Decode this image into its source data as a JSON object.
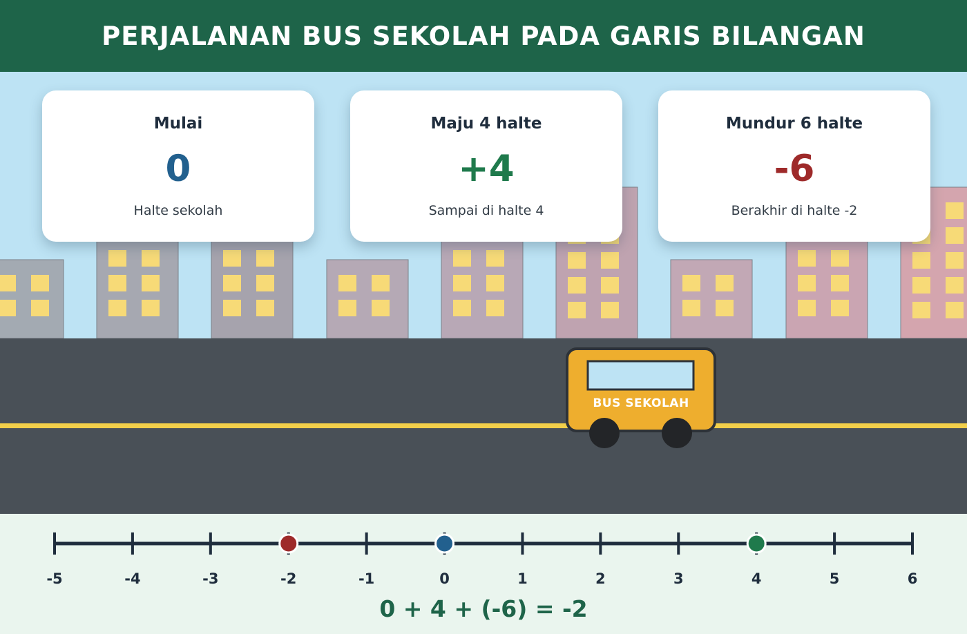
{
  "title": "PERJALANAN BUS SEKOLAH PADA GARIS BILANGAN",
  "cards": [
    {
      "title": "Mulai",
      "value": "0",
      "desc": "Halte sekolah",
      "color": "#22608e"
    },
    {
      "title": "Maju 4 halte",
      "value": "+4",
      "desc": "Sampai di halte 4",
      "color": "#1f7a4c"
    },
    {
      "title": "Mundur 6 halte",
      "value": "-6",
      "desc": "Berakhir di halte -2",
      "color": "#9e2a2a"
    }
  ],
  "bus": {
    "label": "BUS SEKOLAH",
    "position": 3.7
  },
  "number_line": {
    "ticks": [
      "-5",
      "-4",
      "-3",
      "-2",
      "-1",
      "0",
      "1",
      "2",
      "3",
      "4",
      "5",
      "6"
    ],
    "markers": [
      {
        "value": -2,
        "color": "#9e2a2a",
        "meaning": "end"
      },
      {
        "value": 0,
        "color": "#22608e",
        "meaning": "start"
      },
      {
        "value": 4,
        "color": "#1f7a4c",
        "meaning": "after-forward"
      }
    ]
  },
  "equation": "0 + 4 + (-6) = -2",
  "colors": {
    "header": "#1e6449",
    "sky": "#bde3f4",
    "road": "#495057",
    "road_line": "#f2cf4a",
    "bus": "#eeae2e",
    "window_light": "#f7da77",
    "line": "#1f2d3d"
  }
}
